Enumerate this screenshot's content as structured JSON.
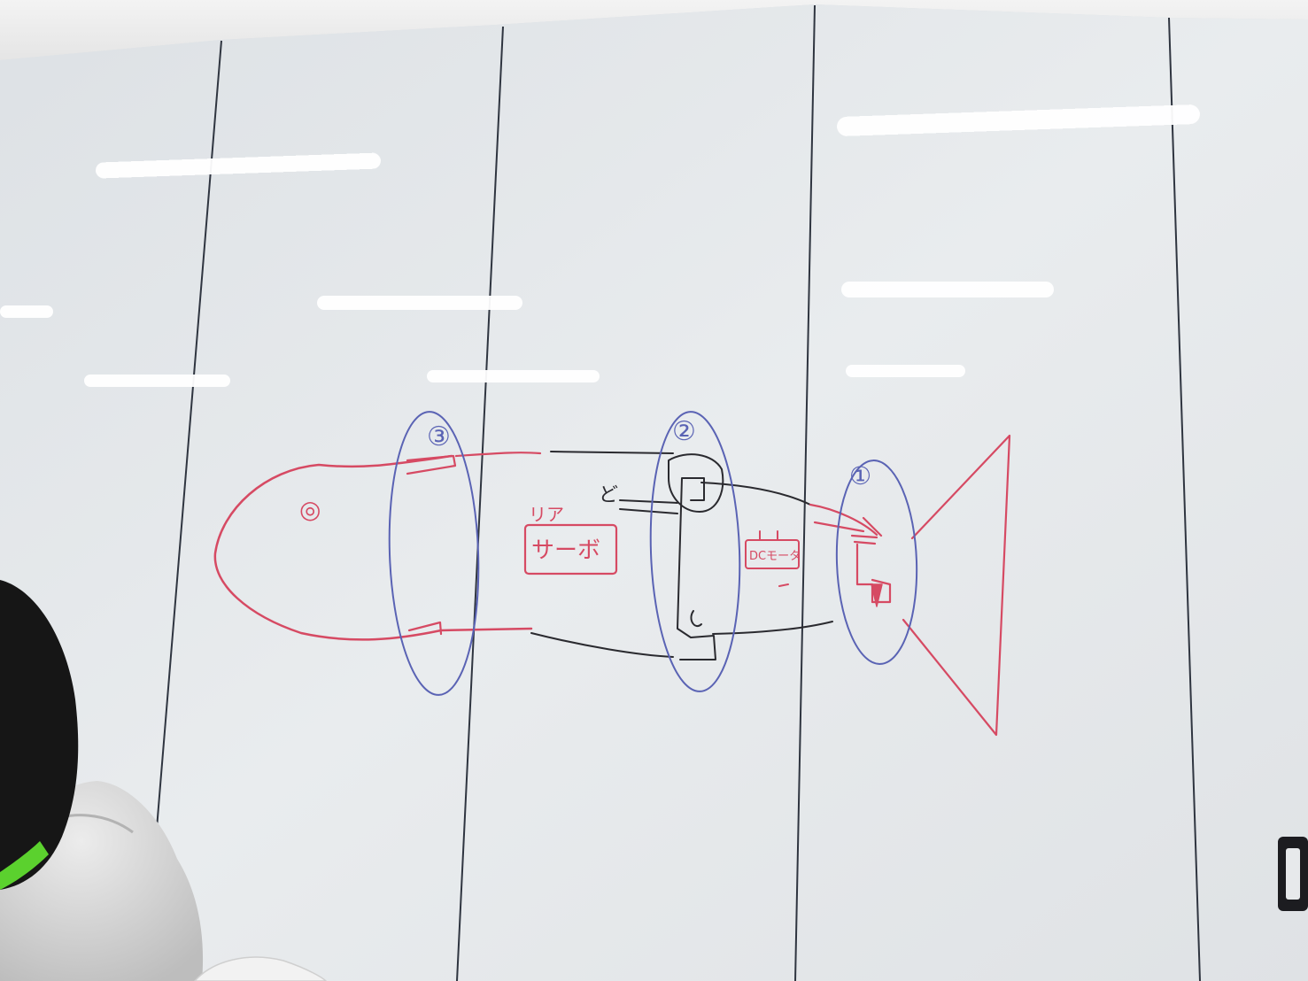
{
  "whiteboard": {
    "circle_labels": {
      "one": "①",
      "two": "②",
      "three": "③"
    },
    "head_eye": "◎",
    "servo_label": "サーボ",
    "servo_note": "リア",
    "dc_motor_label": "DCモータ",
    "small_note": "ど"
  },
  "colors": {
    "board": "#e6e9ec",
    "red_marker": "#d64a63",
    "blue_marker": "#5a63b4",
    "black_marker": "#2a2a2f",
    "panel_seam": "#2f3540",
    "hoodie": "#dcdcdc",
    "hair": "#161616",
    "green": "#5bd12e"
  }
}
